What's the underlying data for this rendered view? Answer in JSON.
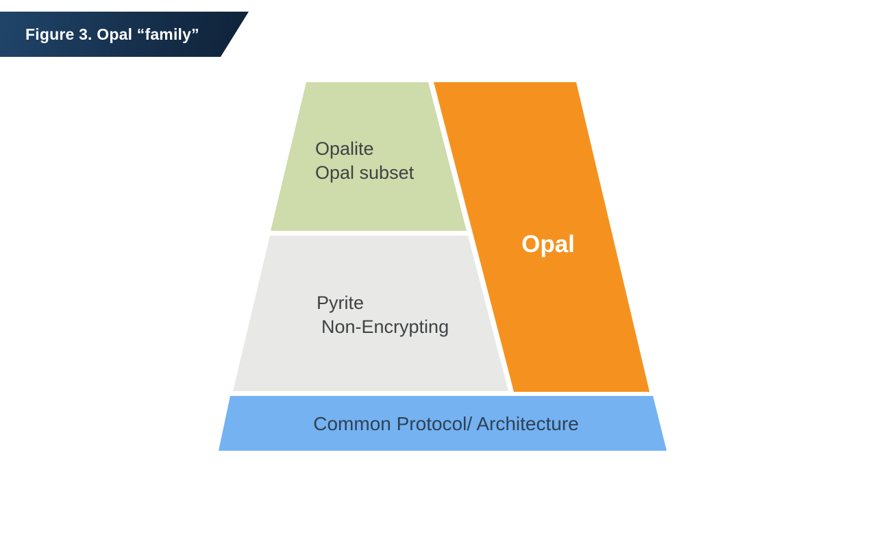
{
  "figure": {
    "banner": {
      "title": "Figure 3. Opal “family”",
      "bg_color": "#16304d",
      "text_color": "#ffffff"
    },
    "sections": {
      "opalite": {
        "line1": "Opalite",
        "line2": "Opal subset",
        "fill": "#cedbaa",
        "text_color": "#3f4245"
      },
      "pyrite": {
        "line1": "Pyrite",
        "line2": "Non-Encrypting",
        "fill": "#e8e8e6",
        "text_color": "#3f4245"
      },
      "opal": {
        "label": "Opal",
        "fill": "#f5921f",
        "text_color": "#ffffff"
      },
      "base": {
        "label": "Common Protocol/ Architecture",
        "fill": "#74b2f2",
        "text_color": "#2e4154"
      }
    }
  }
}
